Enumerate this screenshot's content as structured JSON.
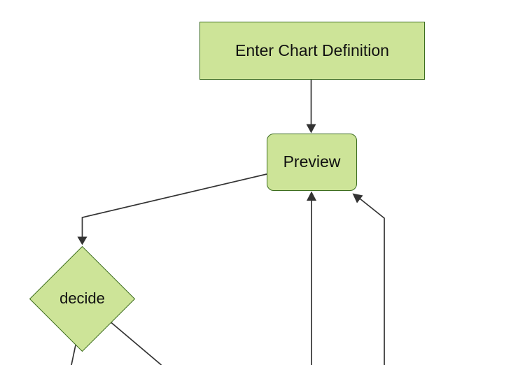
{
  "diagram": {
    "type": "flowchart",
    "title": "chart definition preview flowchart",
    "nodes": [
      {
        "id": "enter-chart-definition",
        "label": "Enter Chart Definition",
        "shape": "rectangle"
      },
      {
        "id": "preview",
        "label": "Preview",
        "shape": "rounded-rectangle"
      },
      {
        "id": "decide",
        "label": "decide",
        "shape": "diamond"
      }
    ],
    "edges": [
      {
        "from": "enter-chart-definition",
        "to": "preview",
        "arrow": true
      },
      {
        "from": "preview",
        "to": "decide",
        "arrow": true
      },
      {
        "from": "offscreen-bottom-middle",
        "to": "preview",
        "arrow": true
      },
      {
        "from": "offscreen-bottom-right",
        "to": "preview",
        "arrow": true
      },
      {
        "from": "decide",
        "to": "offscreen-bottom-left",
        "arrow": false
      },
      {
        "from": "decide",
        "to": "offscreen-bottom-right",
        "arrow": false
      }
    ]
  },
  "colors": {
    "background": "#ffffff",
    "node_fill": "#cde498",
    "node_border": "#3c6c20",
    "edge": "#333333",
    "text": "#111111"
  }
}
